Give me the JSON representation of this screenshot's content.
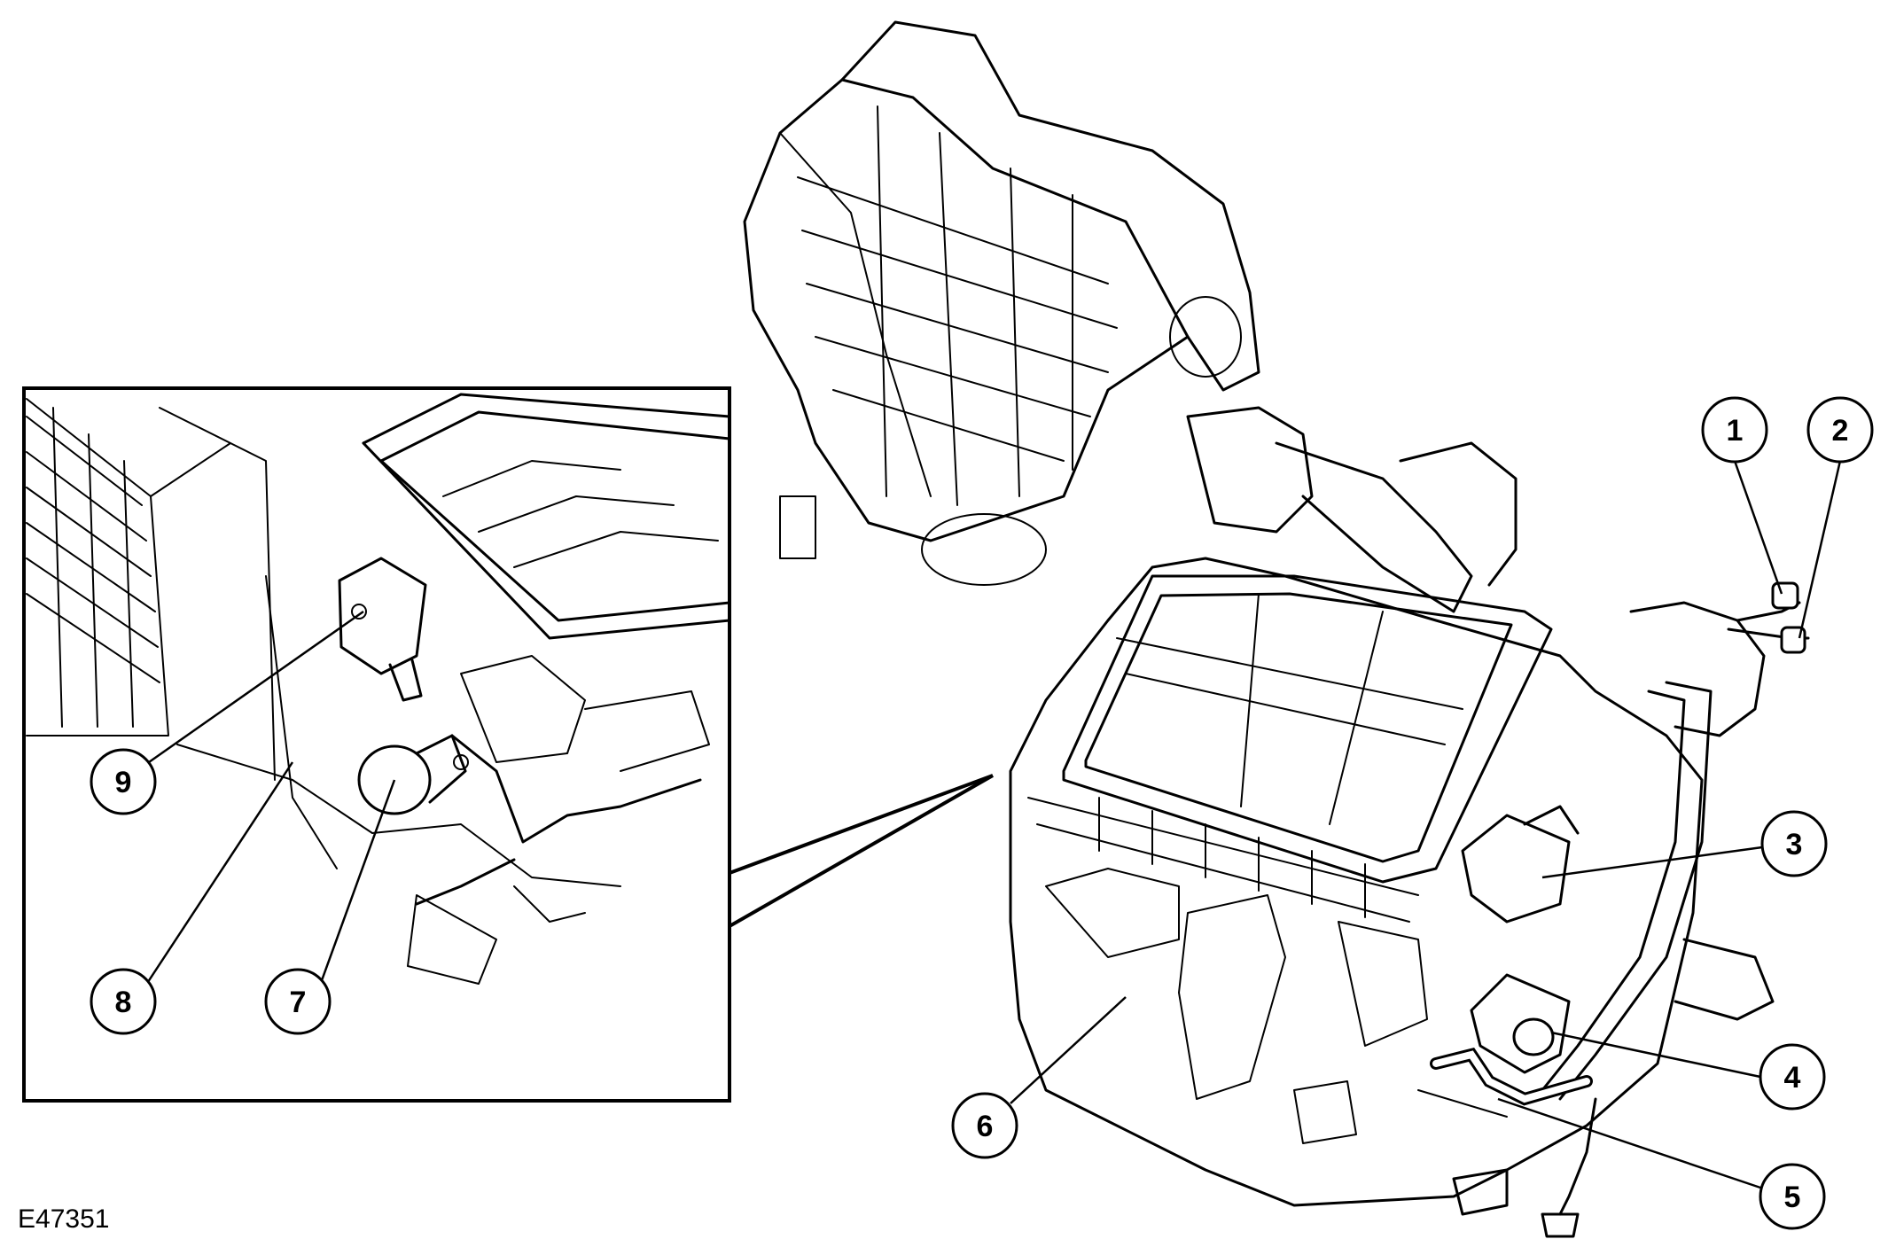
{
  "figure": {
    "id": "E47351",
    "callouts": [
      "1",
      "2",
      "3",
      "4",
      "5",
      "6",
      "7",
      "8",
      "9"
    ]
  }
}
